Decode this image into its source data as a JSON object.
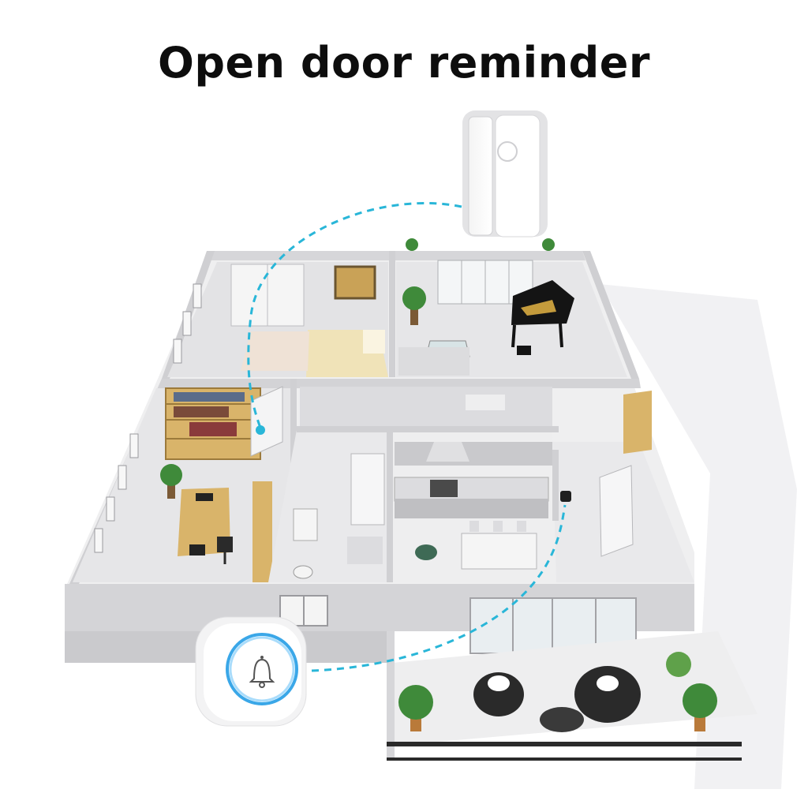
{
  "title": "Open door reminder",
  "colors": {
    "background": "#ffffff",
    "title_text": "#0d0d0d",
    "dashed_link": "#29b6d8",
    "bell_ring": "#3aa7e8",
    "wall": "#d9d9dc",
    "floor": "#eeeeef",
    "wood": "#d9b46a"
  },
  "icons": {
    "bell": "bell-icon",
    "sensor": "door-sensor",
    "receiver": "doorbell-receiver"
  }
}
